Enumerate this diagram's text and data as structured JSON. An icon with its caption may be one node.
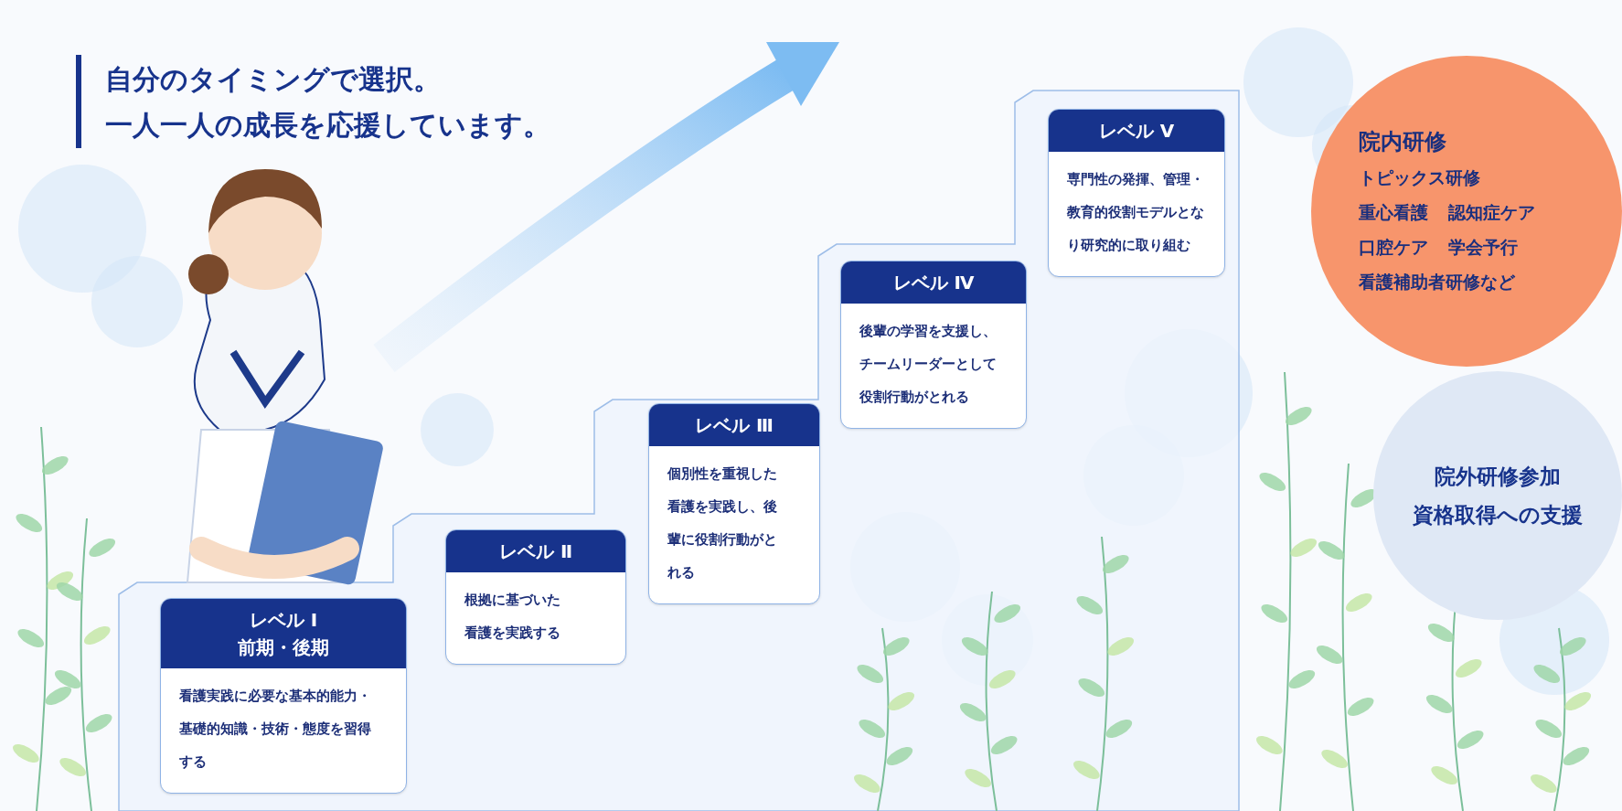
{
  "diagram": {
    "title": "自分のタイミングで選択。一人一人の成長を応援しています。",
    "nodes": [
      {
        "text": [
          "レベル Ⅰ",
          "前期・後期",
          "看護実践に必要な基本的能力・基礎的知識・技術・態度を習得する"
        ]
      },
      {
        "text": [
          "レベル Ⅱ",
          "根拠に基づいた看護を実践する"
        ]
      },
      {
        "text": [
          "レベル Ⅲ",
          "個別性を重視した看護を実践し、後輩に役割行動がとれる"
        ]
      },
      {
        "text": [
          "レベル Ⅳ",
          "後輩の学習を支援し、チームリーダーとして役割行動がとれる"
        ]
      },
      {
        "text": [
          "レベル Ⅴ",
          "専門性の発揮、管理・教育的役割モデルとなり研究的に取り組む"
        ]
      },
      {
        "text": [
          "院外研修参加",
          "資格取得への支援"
        ]
      },
      {
        "text": [
          "院内研修",
          "トピックス研修",
          "重心看護",
          "認知症ケア",
          "口腔ケア",
          "学会予行",
          "看護補助者研修など"
        ]
      }
    ],
    "edges": []
  }
}
